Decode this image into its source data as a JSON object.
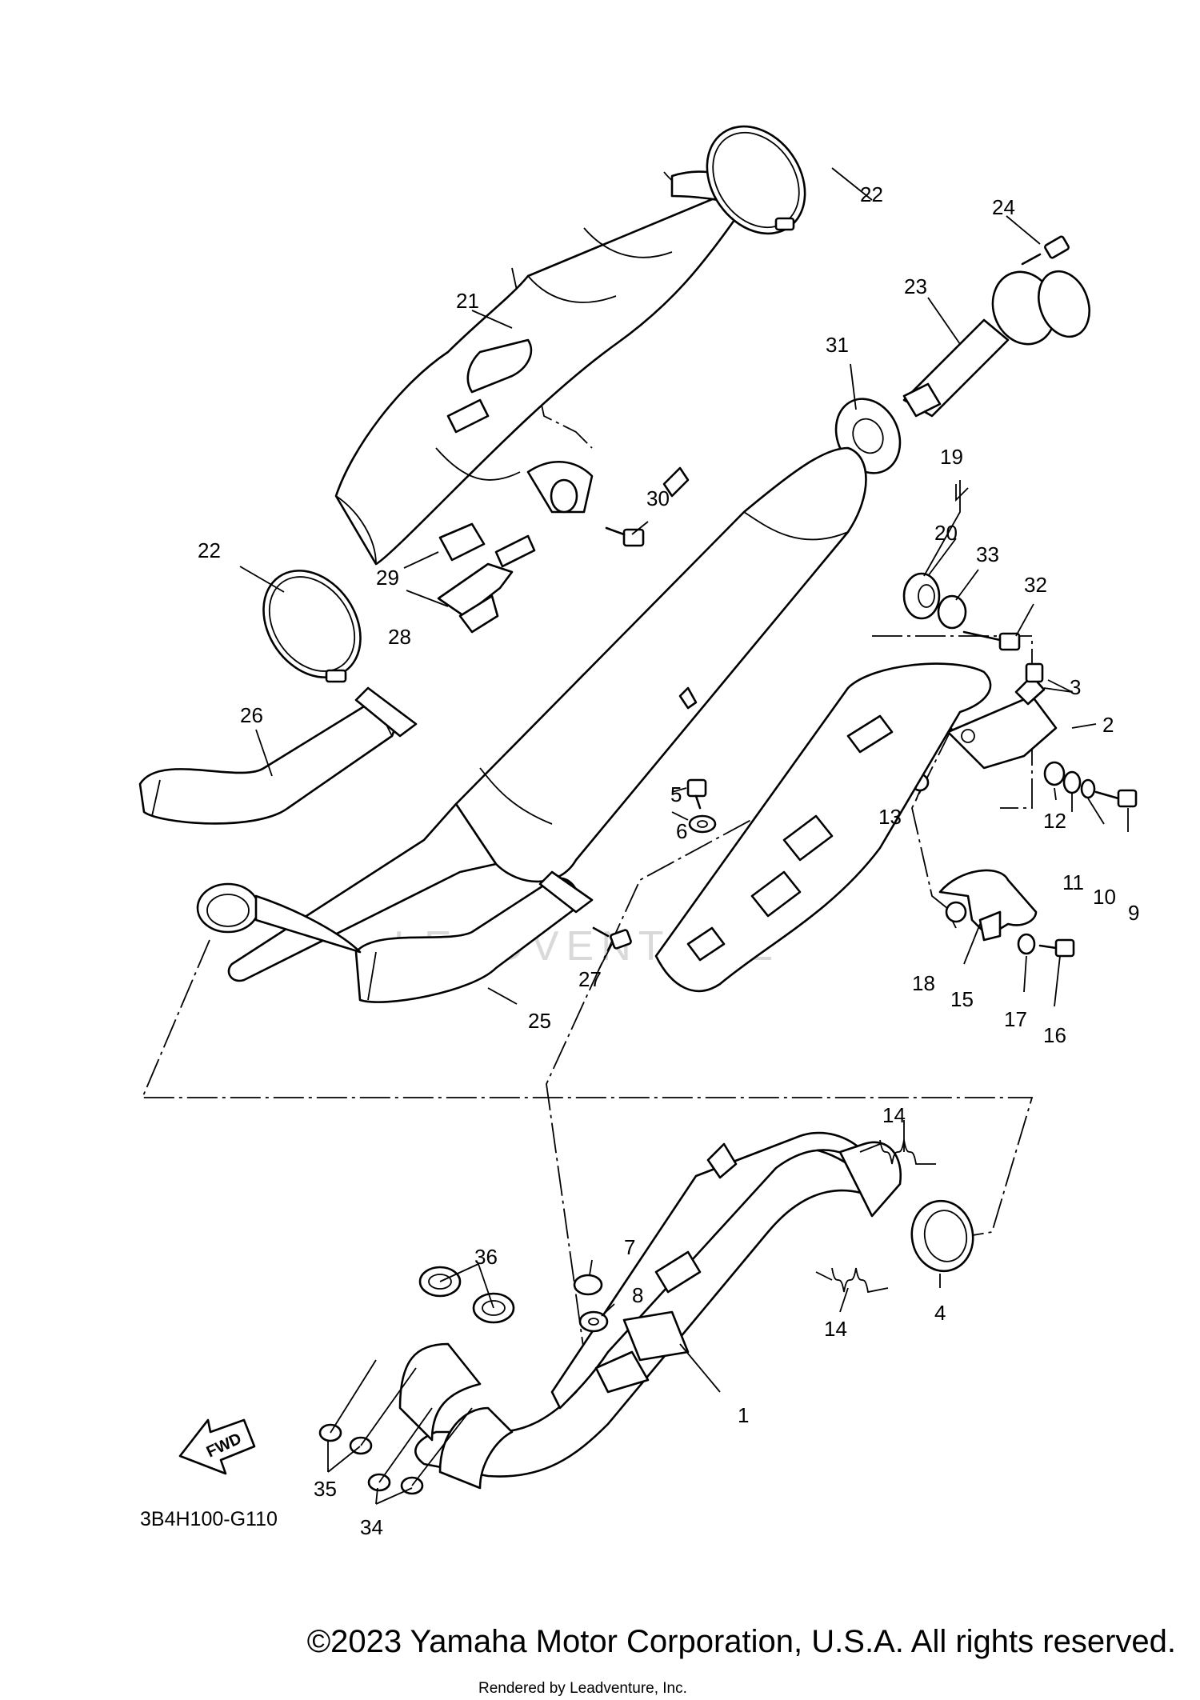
{
  "diagram": {
    "code": "3B4H100-G110",
    "fwd_label": "FWD",
    "callouts": {
      "c1": "1",
      "c2": "2",
      "c3": "3",
      "c4": "4",
      "c5": "5",
      "c6": "6",
      "c7": "7",
      "c8": "8",
      "c9": "9",
      "c10": "10",
      "c11": "11",
      "c12": "12",
      "c13": "13",
      "c14a": "14",
      "c14b": "14",
      "c15": "15",
      "c16": "16",
      "c17": "17",
      "c18": "18",
      "c19": "19",
      "c20": "20",
      "c21": "21",
      "c22a": "22",
      "c22b": "22",
      "c23": "23",
      "c24": "24",
      "c25": "25",
      "c26": "26",
      "c27": "27",
      "c28": "28",
      "c29": "29",
      "c30": "30",
      "c31": "31",
      "c32": "32",
      "c33": "33",
      "c34": "34",
      "c35": "35",
      "c36": "36"
    }
  },
  "watermark": "LEADVENTURE",
  "copyright": "©2023 Yamaha Motor Corporation, U.S.A. All rights reserved.",
  "rendered_by": "Rendered by Leadventure, Inc."
}
